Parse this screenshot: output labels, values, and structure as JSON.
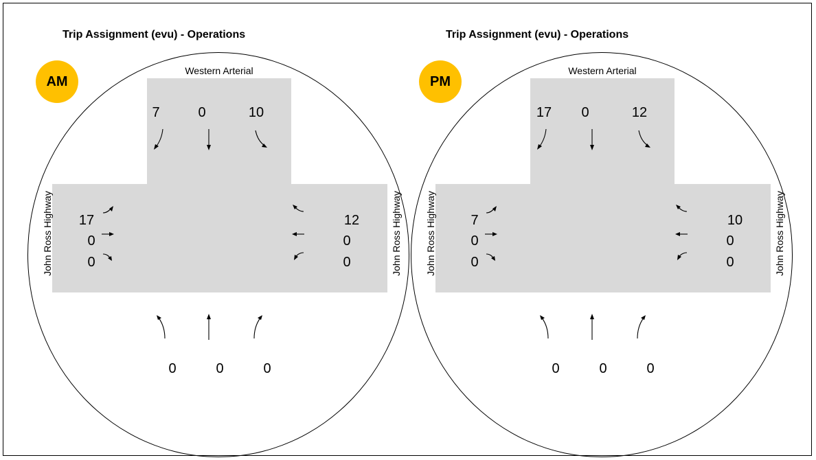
{
  "colors": {
    "badge": "#FFC000",
    "approach_fill": "#D9D9D9"
  },
  "panels": [
    {
      "title": "Trip Assignment (evu) - Operations",
      "period": "AM",
      "roads": {
        "north": "Western Arterial",
        "west": "John Ross Highway",
        "east": "John Ross Highway"
      },
      "north": {
        "left": "7",
        "through": "0",
        "right": "10"
      },
      "west": {
        "left": "17",
        "through": "0",
        "right": "0"
      },
      "east": {
        "left": "12",
        "through": "0",
        "right": "0"
      },
      "south": {
        "left": "0",
        "through": "0",
        "right": "0"
      }
    },
    {
      "title": "Trip Assignment (evu) - Operations",
      "period": "PM",
      "roads": {
        "north": "Western Arterial",
        "west": "John Ross Highway",
        "east": "John Ross Highway"
      },
      "north": {
        "left": "17",
        "through": "0",
        "right": "12"
      },
      "west": {
        "left": "7",
        "through": "0",
        "right": "0"
      },
      "east": {
        "left": "10",
        "through": "0",
        "right": "0"
      },
      "south": {
        "left": "0",
        "through": "0",
        "right": "0"
      }
    }
  ]
}
